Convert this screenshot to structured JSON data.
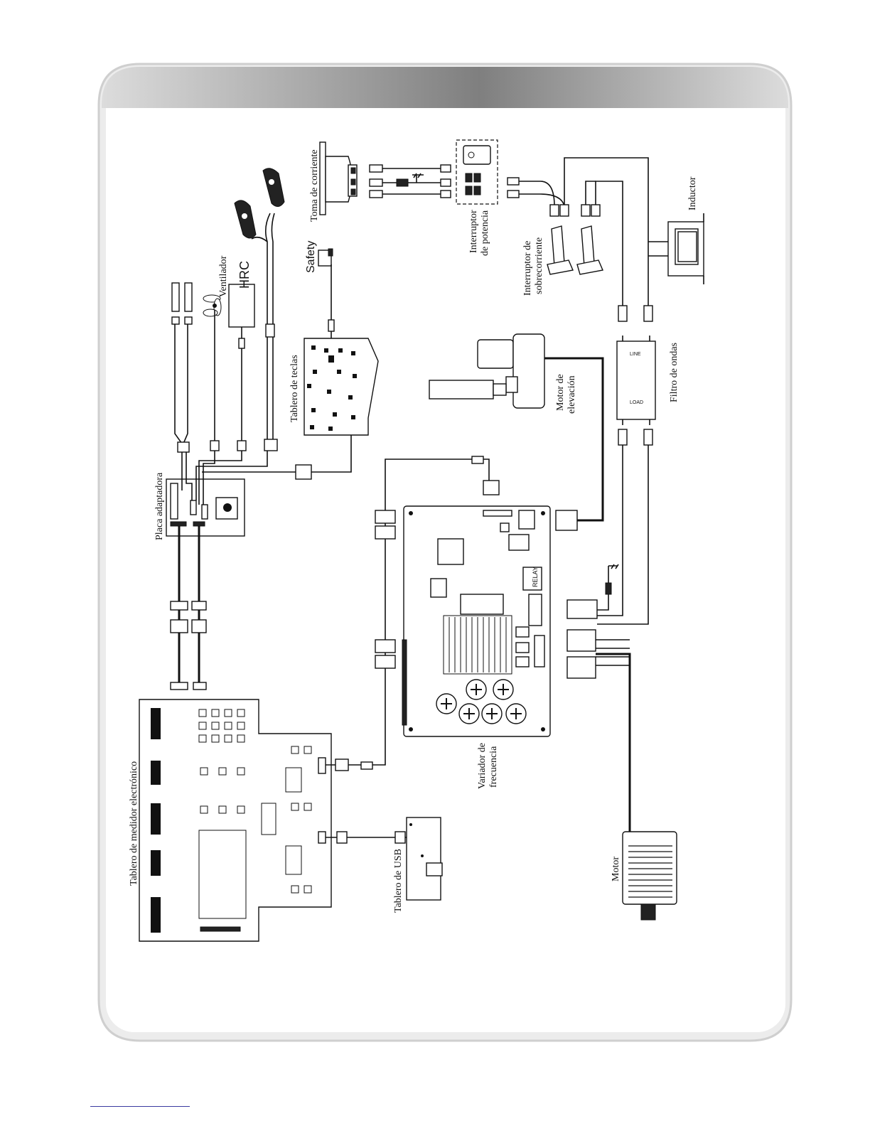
{
  "labels": {
    "toma_corriente": "Toma de corriente",
    "interruptor_potencia_1": "Interruptor",
    "interruptor_potencia_2": "de potencia",
    "interruptor_sobre_1": "Interruptor de",
    "interruptor_sobre_2": "sobrecorriente",
    "inductor": "Inductor",
    "safety": "Safety",
    "ventilador": "Ventilador",
    "hrc": "HRC",
    "tablero_teclas": "Tablero de teclas",
    "motor_elevacion_1": "Motor de",
    "motor_elevacion_2": "elevación",
    "filtro_ondas": "Filtro de ondas",
    "line": "LINE",
    "load": "LOAD",
    "placa_adaptadora": "Placa adaptadora",
    "relay": "RELAY",
    "tablero_medidor": "Tablero de medidor electrónico",
    "variador_1": "Variador de",
    "variador_2": "frecuencia",
    "tablero_usb": "Tablero de USB",
    "motor": "Motor"
  },
  "colors": {
    "header_gradient_left": "#d8d8d8",
    "header_gradient_mid": "#8a8a8a",
    "header_gradient_right": "#d8d8d8",
    "frame_border": "#c9c9c9",
    "footer_line": "#3a3aa0"
  },
  "icons": {
    "fan": "fan-icon",
    "ground": "ground-icon",
    "hand_grip": "hand-grip-icon"
  }
}
